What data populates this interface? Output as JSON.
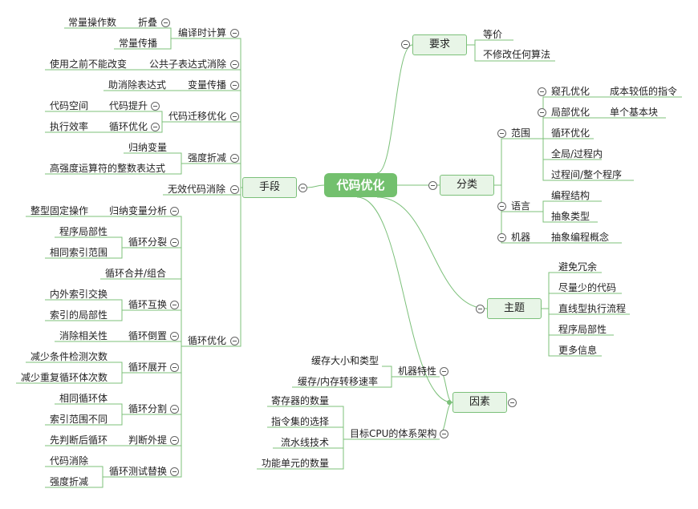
{
  "root": {
    "label": "代码优化"
  },
  "branches": {
    "requirement": {
      "label": "要求",
      "children": [
        "等价",
        "不修改任何算法"
      ]
    },
    "classification": {
      "label": "分类",
      "scope": {
        "label": "范围",
        "peephole": "窥孔优化",
        "peephole_note": "成本较低的指令",
        "local": "局部优化",
        "local_note": "单个基本块",
        "loop": "循环优化",
        "global": "全局/过程内",
        "interproc": "过程间/整个程序"
      },
      "language": {
        "label": "语言",
        "children": [
          "编程结构",
          "抽象类型"
        ]
      },
      "machine": {
        "label": "机器",
        "children": [
          "抽象编程概念"
        ]
      }
    },
    "theme": {
      "label": "主题",
      "children": [
        "避免冗余",
        "尽量少的代码",
        "直线型执行流程",
        "程序局部性",
        "更多信息"
      ]
    },
    "factors": {
      "label": "因素",
      "machine_features": {
        "label": "机器特性",
        "children": [
          "缓存大小和类型",
          "缓存/内存转移速率"
        ]
      },
      "target_cpu": {
        "label": "目标CPU的体系架构",
        "children": [
          "寄存器的数量",
          "指令集的选择",
          "流水线技术",
          "功能单元的数量"
        ]
      }
    },
    "means": {
      "label": "手段",
      "compile_time": {
        "label": "编译时计算",
        "fold": "折叠",
        "fold_child": "常量操作数",
        "propagate": "常量传播"
      },
      "cse": {
        "label": "公共子表达式消除",
        "child": "使用之前不能改变"
      },
      "var_prop": {
        "label": "变量传播",
        "child": "助消除表达式"
      },
      "code_motion": {
        "label": "代码迁移优化",
        "hoist": "代码提升",
        "hoist_child": "代码空间",
        "loop_opt": "循环优化",
        "loop_opt_child": "执行效率"
      },
      "strength": {
        "label": "强度折减",
        "children": [
          "归纳变量",
          "高强度运算符的整数表达式"
        ]
      },
      "dead_code": {
        "label": "无效代码消除"
      },
      "loop": {
        "label": "循环优化",
        "ind_var": {
          "label": "归纳变量分析",
          "child": "整型固定操作"
        },
        "fission": {
          "label": "循环分裂",
          "children": [
            "程序局部性",
            "相同索引范围"
          ]
        },
        "fusion": {
          "label": "循环合并/组合"
        },
        "interchange": {
          "label": "循环互换",
          "children": [
            "内外索引交换",
            "索引的局部性"
          ]
        },
        "reversal": {
          "label": "循环倒置",
          "child": "消除相关性"
        },
        "unroll": {
          "label": "循环展开",
          "children": [
            "减少条件检测次数",
            "减少重复循环体次数"
          ]
        },
        "split": {
          "label": "循环分割",
          "children": [
            "相同循环体",
            "索引范围不同"
          ]
        },
        "unswitch": {
          "label": "判断外提",
          "child": "先判断后循环"
        },
        "test_replace": {
          "label": "循环测试替换",
          "children": [
            "代码消除",
            "强度折减"
          ]
        }
      }
    }
  },
  "colors": {
    "line": "#7cc07a",
    "node_fill": "#e8f5e7",
    "root_fill": "#73c06e",
    "text": "#222222"
  }
}
